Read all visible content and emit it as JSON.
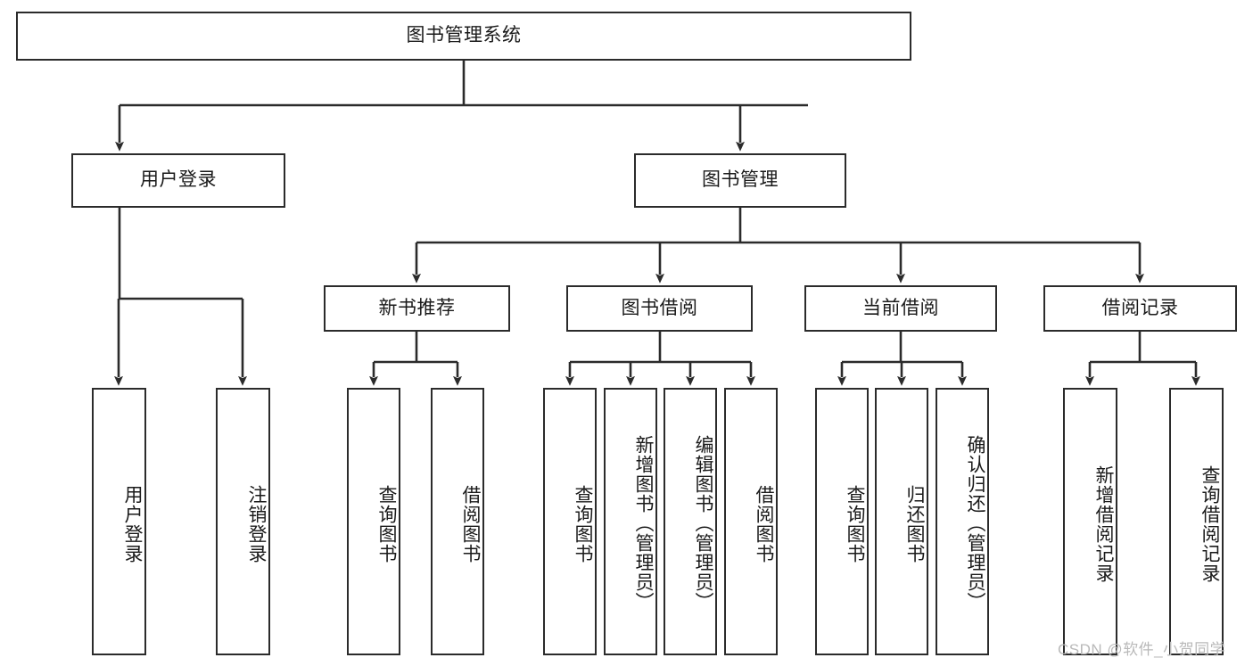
{
  "diagram": {
    "type": "tree",
    "title": "图书管理系统",
    "watermark": "CSDN @软件_小贺同学",
    "colors": {
      "background": "#ffffff",
      "border": "#2b2b2b",
      "connector": "#2b2b2b",
      "text": "#1a1a1a",
      "watermark": "#b9b9b9"
    },
    "root": {
      "label": "图书管理系统"
    },
    "level2": [
      {
        "label": "用户登录"
      },
      {
        "label": "图书管理"
      }
    ],
    "level3": [
      {
        "label": "新书推荐"
      },
      {
        "label": "图书借阅"
      },
      {
        "label": "当前借阅"
      },
      {
        "label": "借阅记录"
      }
    ],
    "leaves": {
      "user_login": [
        {
          "label": "用户登录"
        },
        {
          "label": "注销登录"
        }
      ],
      "new_book_recommend": [
        {
          "label": "查询图书"
        },
        {
          "label": "借阅图书"
        }
      ],
      "book_borrow": [
        {
          "label": "查询图书"
        },
        {
          "label": "新增图书（管理员）"
        },
        {
          "label": "编辑图书（管理员）"
        },
        {
          "label": "借阅图书"
        }
      ],
      "current_borrow": [
        {
          "label": "查询图书"
        },
        {
          "label": "归还图书"
        },
        {
          "label": "确认归还（管理员）"
        }
      ],
      "borrow_record": [
        {
          "label": "新增借阅记录"
        },
        {
          "label": "查询借阅记录"
        }
      ]
    }
  }
}
